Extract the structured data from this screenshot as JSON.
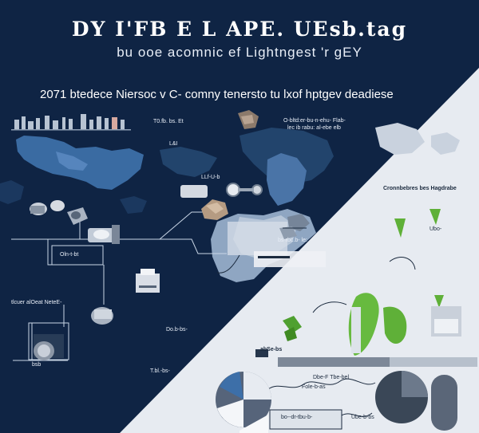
{
  "header": {
    "title": "DY I'FB E L APE. UEsb.tag",
    "subtitle": "bu ooe  acomnic ef Lightngest 'r gEY"
  },
  "tagline": "2071 btedece Niersoc v C- comny tenersto tu lxof hptgev deadiese",
  "labels": {
    "city_note": "T0.fb. bs. Et",
    "data_block": "O-bltd:er-bu-n-ehu- Flab-",
    "data_block_2": "lec ib rabu: al-ebe elb",
    "map_tag": "L&I",
    "map_tag_sub": "LLf-U-b",
    "center_note": "bs-rbc.b- le:",
    "lower_note": "Do.b-bs-",
    "right_header": "Cronnbebres bes Hagdrabe",
    "left_box_label": "Oln-t-bt",
    "left_side_label": "tlcuer alOeat NeteE-",
    "left_bottom_label": "bsb",
    "mid_label": "abSe-bs",
    "mid_small": "T.bl.-bs-",
    "bottom_label": "bo--dr-tbu-b-",
    "bottom_label_2": "Ube-b-bs",
    "pin_label": "Ubo-",
    "data_label": "Dbe-F Tbe-bel",
    "data_label_2": "Fole-b-as"
  },
  "colors": {
    "navy": "#0f2444",
    "light": "#e7ebf1",
    "ocean": "#3d6fa8",
    "green": "#5fb038",
    "slate": "#3a4757"
  }
}
